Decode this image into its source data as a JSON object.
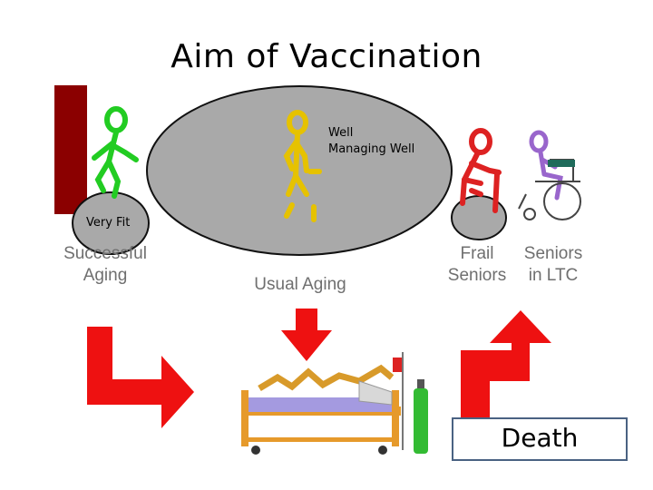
{
  "title": "Aim of Vaccination",
  "stages": {
    "very_fit": "Very Fit",
    "well": "Well",
    "managing_well": "Managing Well",
    "successful_aging_line1": "Successful",
    "successful_aging_line2": "Aging",
    "usual_aging": "Usual Aging",
    "frail_line1": "Frail",
    "frail_line2": "Seniors",
    "ltc_line1": "Seniors",
    "ltc_line2": "in LTC"
  },
  "outcome": {
    "death": "Death"
  },
  "colors": {
    "successful": "#22cc22",
    "usual": "#e6c200",
    "frail": "#dd2222",
    "ltc": "#9966cc",
    "arrow": "#ee1111",
    "ellipse": "#a9a9a9",
    "bar": "#8b0000"
  }
}
